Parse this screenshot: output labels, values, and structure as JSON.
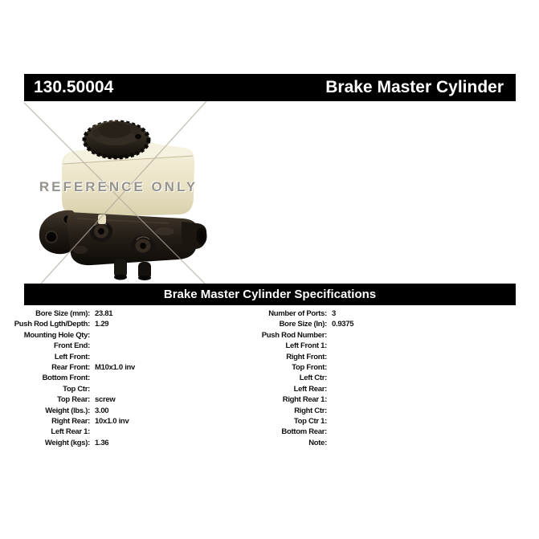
{
  "header": {
    "part_number": "130.50004",
    "title": "Brake Master Cylinder",
    "bar_color": "#000000",
    "text_color": "#ffffff"
  },
  "photo": {
    "watermark_text": "REFERENCE ONLY",
    "watermark_color": "#97928b",
    "watermark_line_color": "#b0a89b",
    "reservoir_color": "#ece5c8",
    "body_color": "#1c1712"
  },
  "specs": {
    "title": "Brake Master Cylinder Specifications",
    "left": [
      {
        "label": "Bore Size (mm):",
        "value": "23.81"
      },
      {
        "label": "Push Rod Lgth/Depth:",
        "value": "1.29"
      },
      {
        "label": "Mounting Hole Qty:",
        "value": ""
      },
      {
        "label": "Front End:",
        "value": ""
      },
      {
        "label": "Left Front:",
        "value": ""
      },
      {
        "label": "Rear Front:",
        "value": "M10x1.0 inv"
      },
      {
        "label": "Bottom Front:",
        "value": ""
      },
      {
        "label": "Top Ctr:",
        "value": ""
      },
      {
        "label": "Top Rear:",
        "value": "screw"
      },
      {
        "label": "Weight (lbs.):",
        "value": "3.00"
      },
      {
        "label": "Right Rear:",
        "value": "10x1.0 inv"
      },
      {
        "label": "Left Rear 1:",
        "value": ""
      },
      {
        "label": "Weight (kgs):",
        "value": "1.36"
      }
    ],
    "right": [
      {
        "label": "Number of Ports:",
        "value": "3"
      },
      {
        "label": "Bore Size (In):",
        "value": "0.9375"
      },
      {
        "label": "Push Rod Number:",
        "value": ""
      },
      {
        "label": "Left Front 1:",
        "value": ""
      },
      {
        "label": "Right Front:",
        "value": ""
      },
      {
        "label": "Top Front:",
        "value": ""
      },
      {
        "label": "Left Ctr:",
        "value": ""
      },
      {
        "label": "Left Rear:",
        "value": ""
      },
      {
        "label": "Right Rear 1:",
        "value": ""
      },
      {
        "label": "Right Ctr:",
        "value": ""
      },
      {
        "label": "Top Ctr 1:",
        "value": ""
      },
      {
        "label": "Bottom Rear:",
        "value": ""
      },
      {
        "label": "Note:",
        "value": ""
      }
    ]
  }
}
